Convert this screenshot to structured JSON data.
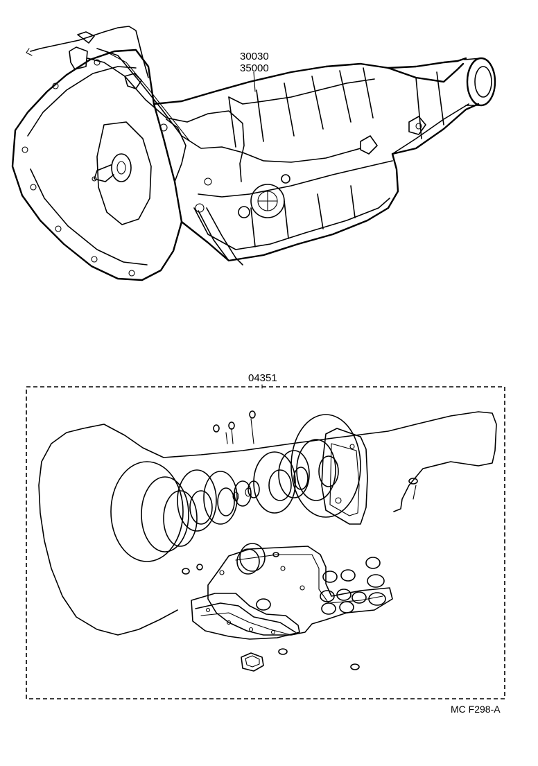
{
  "part_numbers": {
    "assembly_line1": "30030",
    "assembly_line2": "35000",
    "overhaul_kit": "04351"
  },
  "figure_code": "MC F298-A",
  "colors": {
    "ink": "#000000",
    "paper": "#ffffff"
  }
}
